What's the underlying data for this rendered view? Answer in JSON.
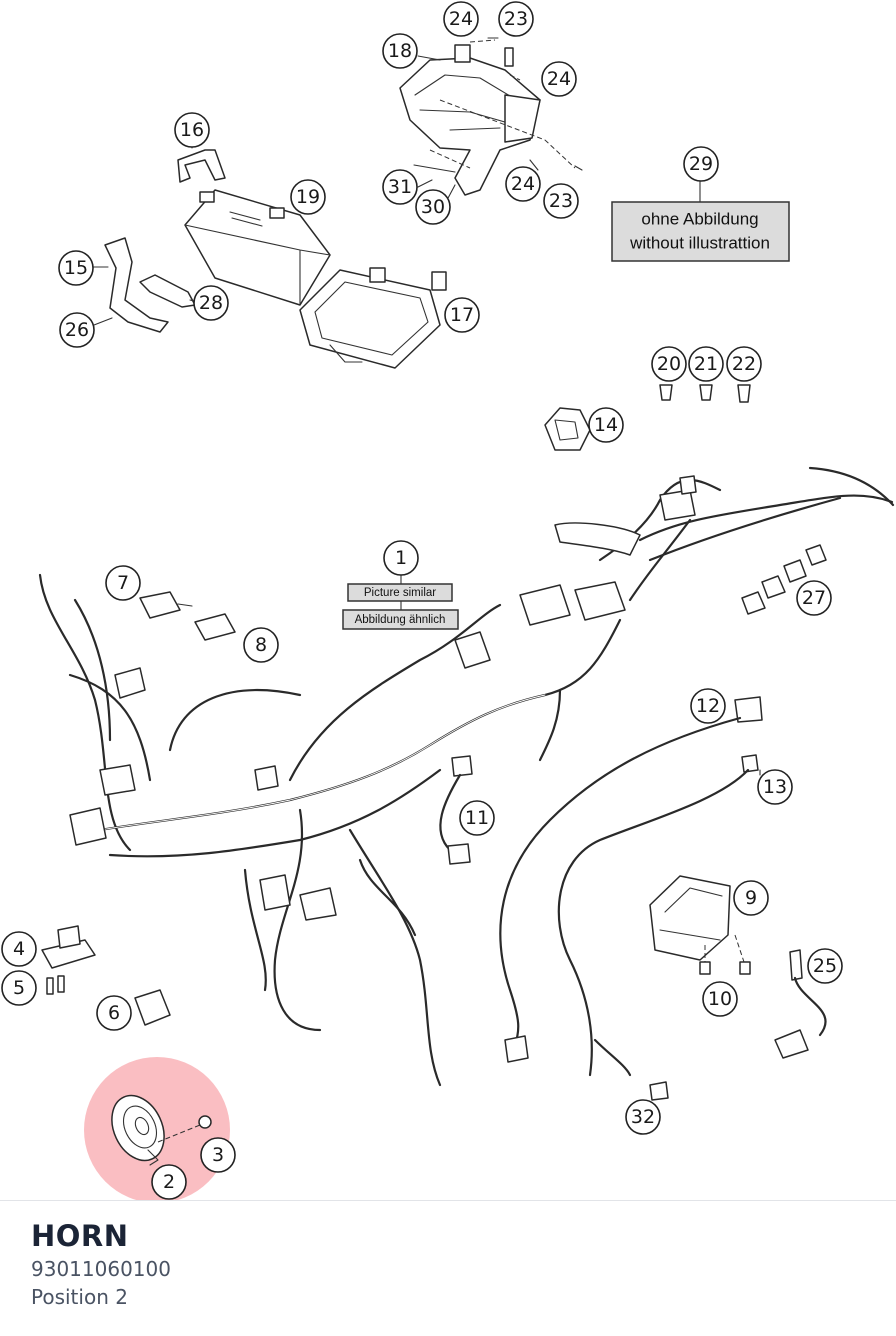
{
  "diagram": {
    "callouts": [
      "1",
      "2",
      "3",
      "4",
      "5",
      "6",
      "7",
      "8",
      "9",
      "10",
      "11",
      "12",
      "13",
      "14",
      "15",
      "16",
      "17",
      "18",
      "19",
      "20",
      "21",
      "22",
      "23",
      "24",
      "25",
      "26",
      "27",
      "28",
      "29",
      "30",
      "31",
      "32"
    ],
    "note_top": {
      "line1": "ohne Abbildung",
      "line2": "without illustrattion"
    },
    "note_center": {
      "line1": "Picture similar",
      "line2": "Abbildung ähnlich"
    },
    "highlight_color": "#f4646e",
    "highlighted_callout": "2"
  },
  "part": {
    "title": "HORN",
    "number": "93011060100",
    "position": "Position 2"
  }
}
